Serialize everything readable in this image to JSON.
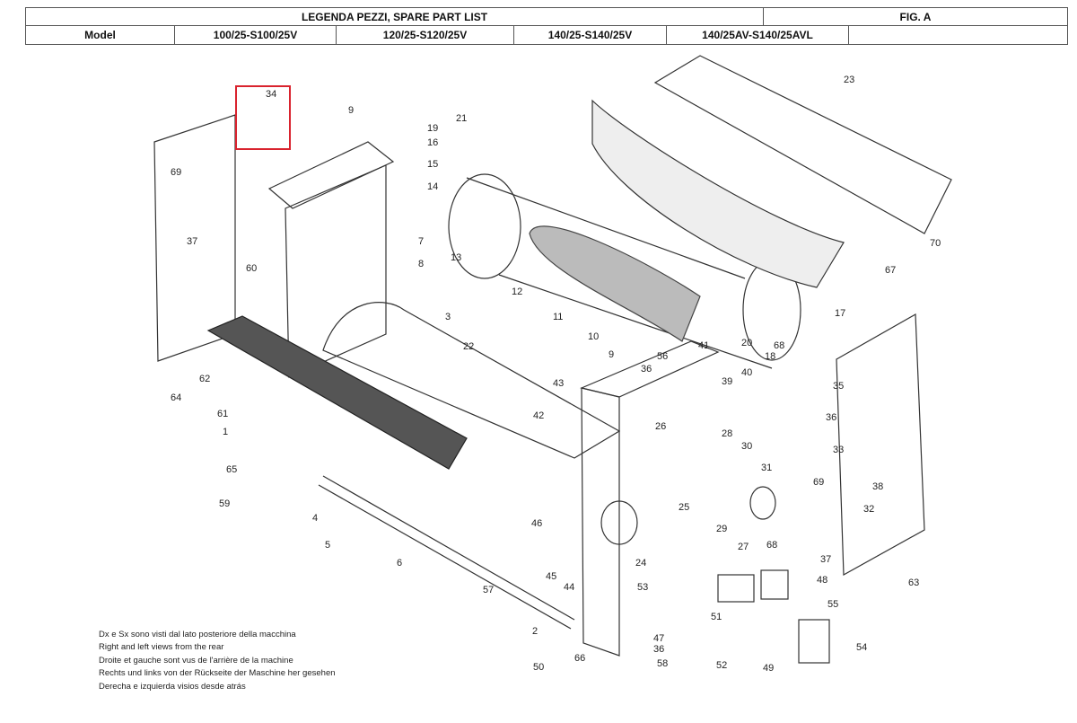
{
  "header": {
    "title": "LEGENDA PEZZI, SPARE PART LIST",
    "figure": "FIG. A",
    "model_label": "Model",
    "models": [
      "100/25-S100/25V",
      "120/25-S120/25V",
      "140/25-S140/25V",
      "140/25AV-S140/25AVL"
    ]
  },
  "highlight": {
    "part": "34",
    "color": "#d9232e"
  },
  "part_labels": [
    "34",
    "9",
    "19",
    "21",
    "16",
    "15",
    "14",
    "13",
    "12",
    "11",
    "10",
    "23",
    "70",
    "67",
    "17",
    "18",
    "20",
    "68",
    "69",
    "37",
    "60",
    "7",
    "8",
    "3",
    "22",
    "64",
    "62",
    "61",
    "1",
    "65",
    "59",
    "4",
    "5",
    "6",
    "57",
    "43",
    "42",
    "46",
    "45",
    "44",
    "9",
    "36",
    "56",
    "41",
    "26",
    "24",
    "25",
    "29",
    "27",
    "28",
    "30",
    "31",
    "39",
    "40",
    "35",
    "36",
    "33",
    "69",
    "38",
    "32",
    "68",
    "37",
    "63",
    "53",
    "48",
    "51",
    "55",
    "54",
    "47",
    "36",
    "58",
    "52",
    "49",
    "50",
    "2",
    "66"
  ],
  "note_lines": [
    "Dx e Sx sono visti dal lato posteriore della macchina",
    "Right and left views from the rear",
    "Droite et gauche sont vus de l'arrière de la machine",
    "Rechts und links von der Rückseite der Maschine her gesehen",
    "Derecha e izquierda visios desde atrás"
  ]
}
